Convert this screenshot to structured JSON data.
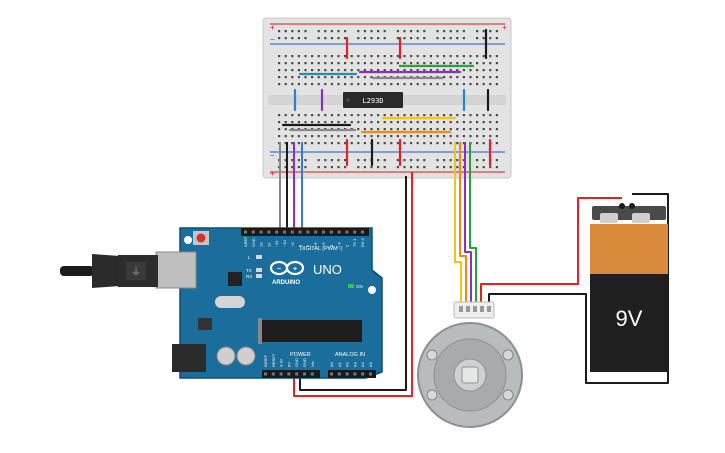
{
  "breadboard": {
    "chip_label": "L293D",
    "rail_plus": "+",
    "rail_minus": "−",
    "colors": {
      "board": "#e3e3e3",
      "hole": "#4a4a4a",
      "rail_red": "#d11b1b",
      "rail_blue": "#2255cc"
    }
  },
  "arduino": {
    "brand": "ARDUINO",
    "model": "UNO",
    "digital_label": "DIGITAL (PWM~)",
    "power_label": "POWER",
    "analog_label": "ANALOG IN",
    "on_label": "ON",
    "led_l": "L",
    "led_tx": "TX",
    "led_rx": "RX",
    "digital_pins": [
      "AREF",
      "GND",
      "13",
      "12",
      "~11",
      "~10",
      "~9",
      "8",
      "7",
      "~6",
      "~5",
      "4",
      "~3",
      "2",
      "TX 1",
      "RX 0"
    ],
    "power_pins": [
      "IOREF",
      "RESET",
      "3.3V",
      "5V",
      "GND",
      "GND",
      "Vin"
    ],
    "analog_pins": [
      "A0",
      "A1",
      "A2",
      "A3",
      "A4",
      "A5"
    ],
    "colors": {
      "board": "#1b6d9c",
      "text": "#ffffff",
      "accent": "#0c4e73"
    }
  },
  "battery": {
    "label": "9V",
    "colors": {
      "top": "#d98a3a",
      "bottom": "#222222",
      "cap": "#4a4a4a"
    }
  },
  "motor": {
    "type": "stepper-motor",
    "colors": {
      "body": "#b9bcbc",
      "plate": "#9ea2a2",
      "shaft": "#dcdcdc"
    }
  },
  "wires": {
    "colors": {
      "red": "#e02424",
      "black": "#1b1b1b",
      "blue": "#2f7fd1",
      "purple": "#8a2fbf",
      "gray": "#888888",
      "green": "#22a33c",
      "yellow": "#f2c418",
      "orange": "#f08a0c",
      "teal": "#1f8fb3"
    }
  }
}
